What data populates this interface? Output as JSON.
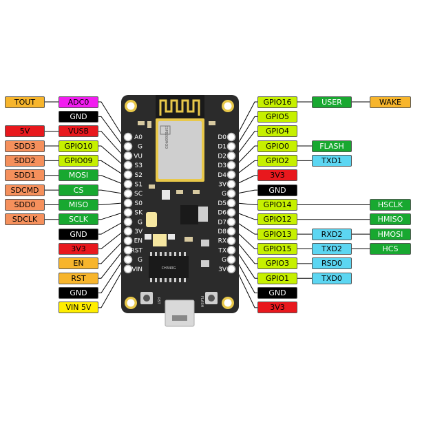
{
  "colors": {
    "orange": "#f7b52c",
    "magenta": "#f21df0",
    "black": "#000000",
    "red": "#e8181d",
    "salmon": "#f5905c",
    "lime": "#c6f000",
    "green": "#18a830",
    "yellow": "#ffee00",
    "cyan": "#5cd6f2",
    "board": "#2b2b2b",
    "module_gold": "#e8c84a"
  },
  "left_rows": [
    {
      "pin": "A0",
      "labels": [
        {
          "text": "TOUT",
          "color": "orange"
        },
        {
          "text": "ADC0",
          "color": "magenta"
        }
      ]
    },
    {
      "pin": "G",
      "labels": [
        {
          "text": "GND",
          "color": "black"
        }
      ]
    },
    {
      "pin": "VU",
      "labels": [
        {
          "text": "5V",
          "color": "red"
        },
        {
          "text": "VUSB",
          "color": "red"
        }
      ]
    },
    {
      "pin": "S3",
      "labels": [
        {
          "text": "SDD3",
          "color": "salmon"
        },
        {
          "text": "GPIO10",
          "color": "lime"
        }
      ]
    },
    {
      "pin": "S2",
      "labels": [
        {
          "text": "SDD2",
          "color": "salmon"
        },
        {
          "text": "GPIO09",
          "color": "lime"
        }
      ]
    },
    {
      "pin": "S1",
      "labels": [
        {
          "text": "SDD1",
          "color": "salmon"
        },
        {
          "text": "MOSI",
          "color": "green"
        }
      ]
    },
    {
      "pin": "SC",
      "labels": [
        {
          "text": "SDCMD",
          "color": "salmon"
        },
        {
          "text": "CS",
          "color": "green"
        }
      ]
    },
    {
      "pin": "S0",
      "labels": [
        {
          "text": "SDD0",
          "color": "salmon"
        },
        {
          "text": "MISO",
          "color": "green"
        }
      ]
    },
    {
      "pin": "SK",
      "labels": [
        {
          "text": "SDCLK",
          "color": "salmon"
        },
        {
          "text": "SCLK",
          "color": "green"
        }
      ]
    },
    {
      "pin": "G",
      "labels": [
        {
          "text": "GND",
          "color": "black"
        }
      ]
    },
    {
      "pin": "3V",
      "labels": [
        {
          "text": "3V3",
          "color": "red"
        }
      ]
    },
    {
      "pin": "EN",
      "labels": [
        {
          "text": "EN",
          "color": "orange"
        }
      ]
    },
    {
      "pin": "RST",
      "labels": [
        {
          "text": "RST",
          "color": "orange"
        }
      ]
    },
    {
      "pin": "G",
      "labels": [
        {
          "text": "GND",
          "color": "black"
        }
      ]
    },
    {
      "pin": "VIN",
      "labels": [
        {
          "text": "VIN 5V",
          "color": "yellow"
        }
      ]
    }
  ],
  "right_rows": [
    {
      "pin": "D0",
      "labels": [
        {
          "text": "GPIO16",
          "color": "lime"
        },
        {
          "text": "USER",
          "color": "green"
        },
        {
          "text": "WAKE",
          "color": "orange"
        }
      ]
    },
    {
      "pin": "D1",
      "labels": [
        {
          "text": "GPIO5",
          "color": "lime"
        }
      ]
    },
    {
      "pin": "D2",
      "labels": [
        {
          "text": "GPIO4",
          "color": "lime"
        }
      ]
    },
    {
      "pin": "D3",
      "labels": [
        {
          "text": "GPIO0",
          "color": "lime"
        },
        {
          "text": "FLASH",
          "color": "green"
        }
      ]
    },
    {
      "pin": "D4",
      "labels": [
        {
          "text": "GPIO2",
          "color": "lime"
        },
        {
          "text": "TXD1",
          "color": "cyan"
        }
      ]
    },
    {
      "pin": "3V",
      "labels": [
        {
          "text": "3V3",
          "color": "red"
        }
      ]
    },
    {
      "pin": "G",
      "labels": [
        {
          "text": "GND",
          "color": "black"
        }
      ]
    },
    {
      "pin": "D5",
      "labels": [
        {
          "text": "GPIO14",
          "color": "lime"
        },
        {
          "text": "HSCLK",
          "color": "green"
        }
      ]
    },
    {
      "pin": "D6",
      "labels": [
        {
          "text": "GPIO12",
          "color": "lime"
        },
        {
          "text": "HMISO",
          "color": "green"
        }
      ]
    },
    {
      "pin": "D7",
      "labels": [
        {
          "text": "GPIO13",
          "color": "lime"
        },
        {
          "text": "RXD2",
          "color": "cyan"
        },
        {
          "text": "HMOSI",
          "color": "green"
        }
      ]
    },
    {
      "pin": "D8",
      "labels": [
        {
          "text": "GPIO15",
          "color": "lime"
        },
        {
          "text": "TXD2",
          "color": "cyan"
        },
        {
          "text": "HCS",
          "color": "green"
        }
      ]
    },
    {
      "pin": "RX",
      "labels": [
        {
          "text": "GPIO3",
          "color": "lime"
        },
        {
          "text": "RSD0",
          "color": "cyan"
        }
      ]
    },
    {
      "pin": "TX",
      "labels": [
        {
          "text": "GPIO1",
          "color": "lime"
        },
        {
          "text": "TXD0",
          "color": "cyan"
        }
      ]
    },
    {
      "pin": "G",
      "labels": [
        {
          "text": "GND",
          "color": "black"
        }
      ]
    },
    {
      "pin": "3V",
      "labels": [
        {
          "text": "3V3",
          "color": "red"
        }
      ]
    }
  ],
  "board": {
    "button_left_label": "RST",
    "button_right_label": "FLASH",
    "chip_text": "CH340G",
    "module_text": "ESP8266MOD"
  }
}
